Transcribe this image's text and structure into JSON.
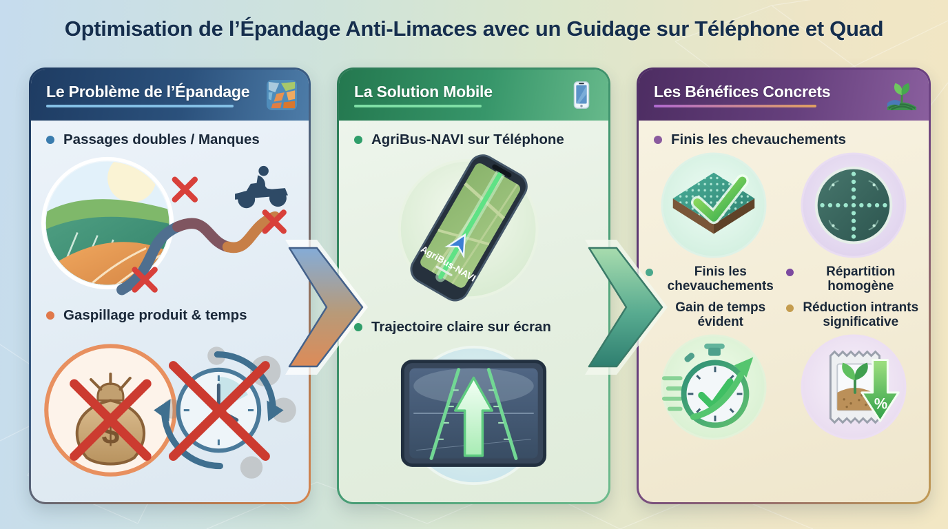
{
  "title": "Optimisation de l’Épandage Anti-Limaces avec un Guidage sur Téléphone et Quad",
  "panels": [
    {
      "header": "Le Problème de l’Épandage",
      "header_icon": "field-map-icon",
      "accent": "#1e3c63",
      "bullets": [
        {
          "label": "Passages doubles / Manques",
          "color": "#3a7cae"
        },
        {
          "label": "Gaspillage produit & temps",
          "color": "#e0784a"
        }
      ],
      "currency_symbol": "$"
    },
    {
      "header": "La Solution Mobile",
      "header_icon": "smartphone-icon",
      "accent": "#2c7a56",
      "bullets": [
        {
          "label": "AgriBus-NAVI sur Téléphone",
          "color": "#2f9e6a"
        },
        {
          "label": "Trajectoire claire sur écran",
          "color": "#2f9e6a"
        }
      ],
      "phone_label": "AgriBus-NAVI"
    },
    {
      "header": "Les Bénéfices Concrets",
      "header_icon": "sprout-field-icon",
      "accent": "#4f2e66",
      "bullets": [
        {
          "label": "Finis les chevauchements",
          "color": "#8a5a9e"
        }
      ],
      "benefits": [
        {
          "label": "Finis les chevauchements",
          "color": "#4aa88c"
        },
        {
          "label": "Répartition homogène",
          "color": "#7c4aa0"
        },
        {
          "label": "Gain de temps évident",
          "color": "#7c4aa0"
        },
        {
          "label": "Réduction intrants significative",
          "color": "#c49c4e"
        }
      ],
      "percent_symbol": "%"
    }
  ],
  "flow_arrows": {
    "first_colors": [
      "#84acd8",
      "#dd8b58"
    ],
    "second_colors": [
      "#a8dcae",
      "#2f7f70"
    ]
  }
}
